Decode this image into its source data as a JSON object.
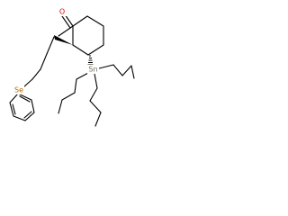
{
  "molecule": {
    "atoms": {
      "oxygen": {
        "label": "O",
        "color": "#e00000"
      },
      "selenium": {
        "label": "Se",
        "color": "#b36b00"
      },
      "tin": {
        "label": "Sn",
        "color": "#7a6a55"
      }
    }
  },
  "colors": {
    "bond": "#000000",
    "background": "#ffffff"
  }
}
